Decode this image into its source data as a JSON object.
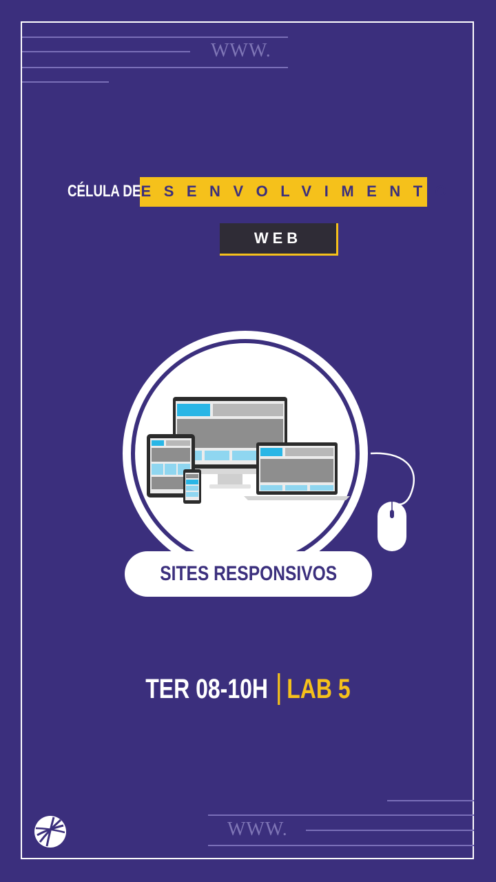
{
  "header": {
    "www_text": "WWW.",
    "title_prefix": "CÉLULA DE",
    "title_highlight": "DESENVOLVIMENTO",
    "subtitle": "WEB"
  },
  "illustration": {
    "icons": [
      "desktop-monitor-icon",
      "tablet-icon",
      "smartphone-icon",
      "laptop-icon",
      "mouse-icon"
    ]
  },
  "badge": {
    "label": "SITES RESPONSIVOS"
  },
  "schedule": {
    "time": "TER 08-10H",
    "location": "LAB 5"
  },
  "footer": {
    "www_text": "WWW.",
    "logo_icon": "institution-logo-icon"
  },
  "colors": {
    "background": "#3b2f7d",
    "accent_yellow": "#f5c11b",
    "dark_box": "#2f2c36",
    "screen_blue": "#29b6e6",
    "white": "#ffffff"
  }
}
